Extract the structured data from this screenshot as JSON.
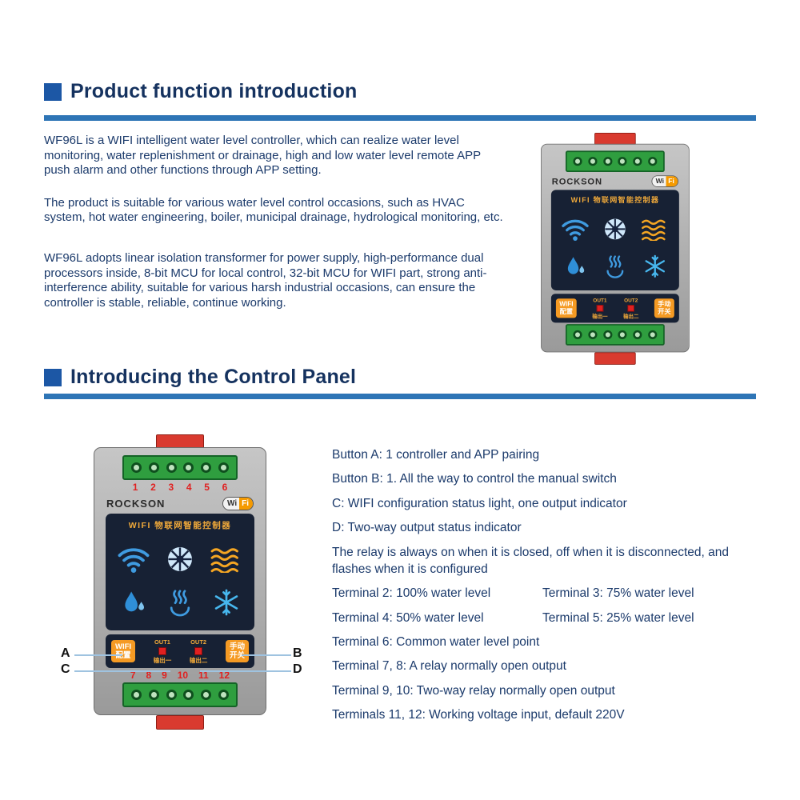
{
  "sections": {
    "intro": {
      "title": "Product function introduction",
      "paragraphs": [
        "WF96L is a WIFI intelligent water level controller, which can realize water level monitoring, water replenishment or drainage, high and low water level remote APP push alarm and other functions through APP setting.",
        "The product is suitable for various water level control occasions, such as HVAC system, hot water engineering, boiler, municipal drainage, hydrological monitoring, etc.",
        "WF96L adopts linear isolation transformer for power supply, high-performance dual processors inside, 8-bit MCU for local control, 32-bit MCU for WIFI part, strong anti-interference ability, suitable for various harsh industrial occasions, can ensure the controller is stable, reliable, continue working."
      ]
    },
    "panel": {
      "title": "Introducing the Control Panel"
    }
  },
  "device": {
    "brand": "ROCKSON",
    "logo_wi": "Wi",
    "logo_fi": "Fi",
    "panel_title": "WIFI 物联网智能控制器",
    "wifi_button_line1": "WIFI",
    "wifi_button_line2": "配置",
    "manual_button_line1": "手动",
    "manual_button_line2": "开关",
    "out1_label": "OUT1",
    "out2_label": "OUT2",
    "out1_sub": "输出一",
    "out2_sub": "输出二",
    "terminals_top": [
      "1",
      "2",
      "3",
      "4",
      "5",
      "6"
    ],
    "terminals_bottom": [
      "7",
      "8",
      "9",
      "10",
      "11",
      "12"
    ],
    "icons": [
      "wifi",
      "fan",
      "waves",
      "water-drop",
      "heating",
      "snowflake"
    ]
  },
  "callouts": {
    "a": "A",
    "b": "B",
    "c": "C",
    "d": "D"
  },
  "notes": [
    {
      "text": "Button A: 1 controller and APP pairing"
    },
    {
      "text": "Button B: 1. All the way to control the manual switch"
    },
    {
      "text": "C: WIFI configuration status light, one output indicator"
    },
    {
      "text": "D: Two-way output status indicator"
    },
    {
      "text": "The relay is always on when it is closed, off when it is disconnected, and flashes when it is configured"
    },
    {
      "left": "Terminal 2: 100% water level",
      "right": "Terminal 3: 75% water level"
    },
    {
      "left": "Terminal 4: 50% water level",
      "right": "Terminal 5: 25% water level"
    },
    {
      "text": "Terminal 6: Common water level point"
    },
    {
      "text": "Terminal 7, 8: A relay normally open output"
    },
    {
      "text": "Terminal 9, 10: Two-way relay normally open output"
    },
    {
      "text": "Terminals 11, 12: Working voltage input, default 220V"
    }
  ],
  "colors": {
    "accent_blue": "#2e75b6",
    "heading_text": "#15325f",
    "body_text": "#1b3a6b",
    "device_orange": "#f59a23",
    "led_red": "#e02020",
    "panel_navy": "#172134",
    "terminal_green": "#2f9e3f",
    "tab_red": "#d93a2f"
  }
}
